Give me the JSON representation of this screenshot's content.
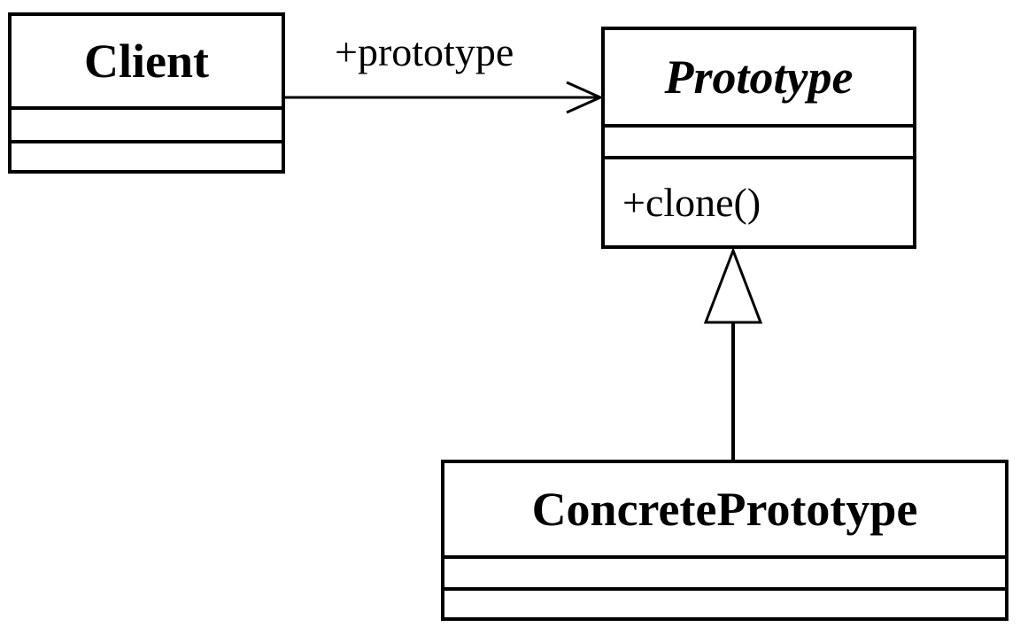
{
  "classes": {
    "client": {
      "name": "Client",
      "operations": []
    },
    "prototype": {
      "name": "Prototype",
      "abstract": true,
      "operations": [
        "+clone()"
      ]
    },
    "concrete_prototype": {
      "name": "ConcretePrototype",
      "operations": []
    }
  },
  "relations": {
    "association": {
      "from": "Client",
      "to": "Prototype",
      "label": "+prototype",
      "arrow": "open"
    },
    "generalization": {
      "from": "ConcretePrototype",
      "to": "Prototype",
      "arrow": "hollow-triangle"
    }
  },
  "colors": {
    "stroke": "#000000",
    "background": "#ffffff"
  }
}
